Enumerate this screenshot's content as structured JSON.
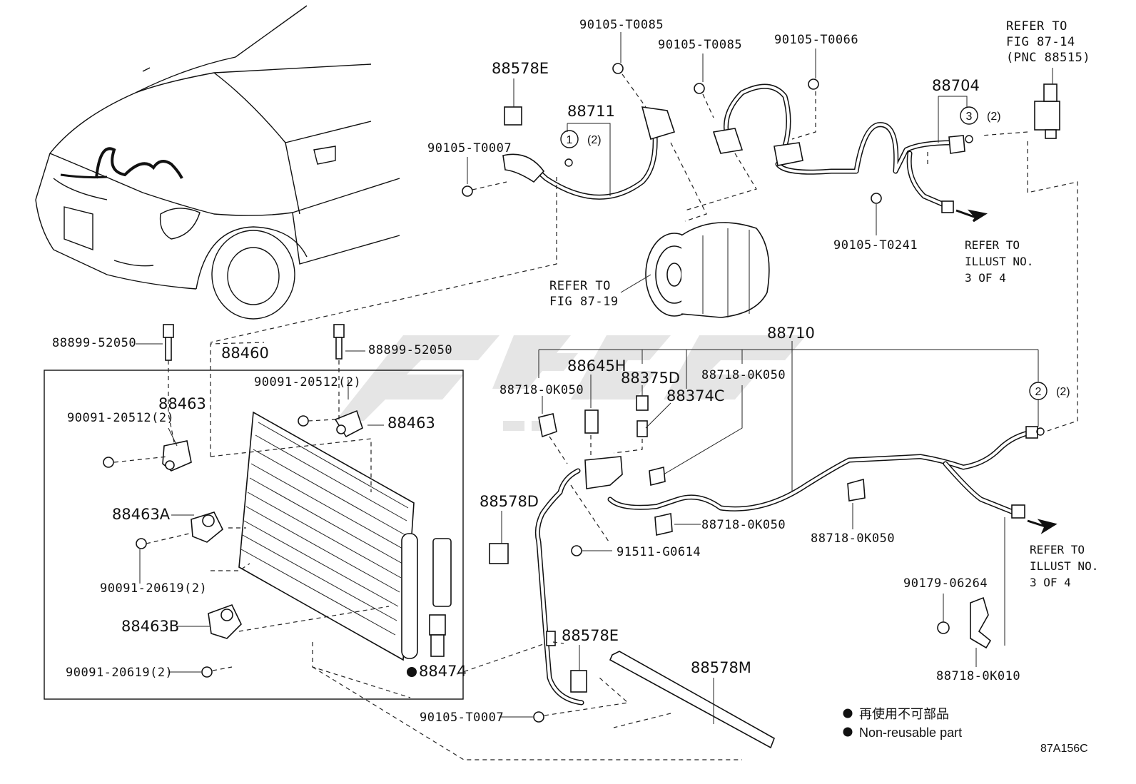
{
  "diagram_code": "87A156C",
  "refer_notes": {
    "fig_87_14": [
      "REFER TO",
      "FIG 87-14",
      "(PNC 88515)"
    ],
    "fig_87_19": [
      "REFER TO",
      "FIG 87-19"
    ],
    "illust_top": [
      "REFER TO",
      "ILLUST NO.",
      "3 OF 4"
    ],
    "illust_bottom": [
      "REFER TO",
      "ILLUST NO.",
      "3 OF 4"
    ]
  },
  "callouts": [
    {
      "num": "1",
      "qty": "(2)"
    },
    {
      "num": "2",
      "qty": "(2)"
    },
    {
      "num": "3",
      "qty": "(2)"
    }
  ],
  "legend": {
    "jp": "再使用不可部品",
    "en": "Non-reusable part"
  },
  "parts": {
    "p88578E_top": "88578E",
    "p88711": "88711",
    "p90105T0085_a": "90105-T0085",
    "p90105T0085_b": "90105-T0085",
    "p90105T0066": "90105-T0066",
    "p88704": "88704",
    "p90105T0007_top": "90105-T0007",
    "p90105T0241": "90105-T0241",
    "p88899_52050_a": "88899-52050",
    "p88899_52050_b": "88899-52050",
    "p88460": "88460",
    "p90091_20512_a": "90091-20512(2)",
    "p90091_20512_b": "90091-20512(2)",
    "p88463_a": "88463",
    "p88463_b": "88463",
    "p88463A": "88463A",
    "p90091_20619_a": "90091-20619(2)",
    "p88463B": "88463B",
    "p90091_20619_b": "90091-20619(2)",
    "p88474": "88474",
    "p88710": "88710",
    "p88645H": "88645H",
    "p88375D": "88375D",
    "p88374C": "88374C",
    "p88718_0K050_a": "88718-0K050",
    "p88718_0K050_b": "88718-0K050",
    "p88718_0K050_c": "88718-0K050",
    "p88718_0K050_d": "88718-0K050",
    "p88578D": "88578D",
    "p91511_G0614": "91511-G0614",
    "p88578E_bottom": "88578E",
    "p90105T0007_bottom": "90105-T0007",
    "p88578M": "88578M",
    "p90179_06264": "90179-06264",
    "p88718_0K010": "88718-0K010"
  }
}
